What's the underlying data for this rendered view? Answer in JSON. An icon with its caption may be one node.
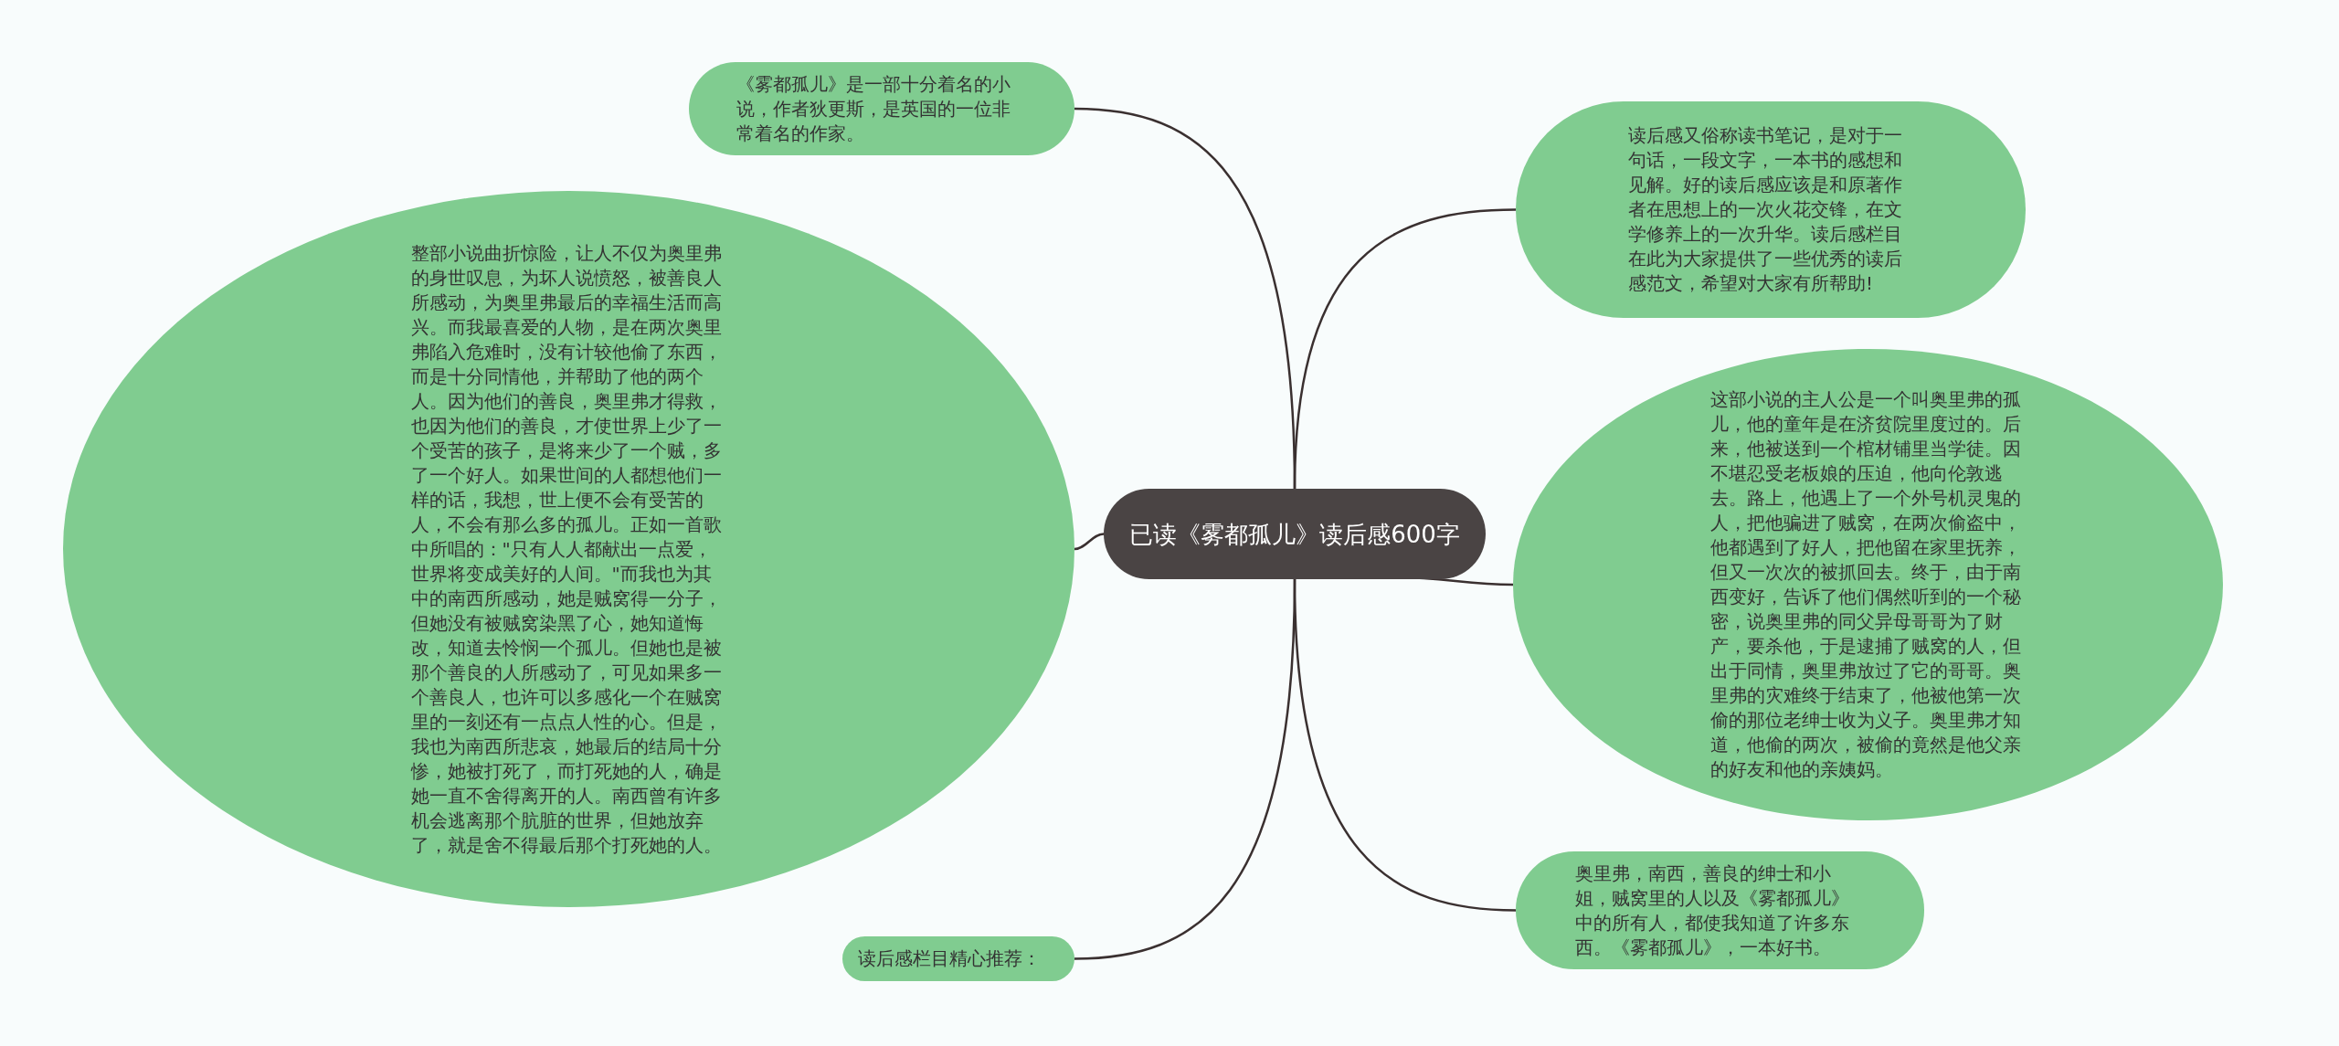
{
  "diagram": {
    "nodes": [
      {
        "text": [
          "已读《雾都孤儿》读后感600字"
        ]
      },
      {
        "text": [
          "《雾都孤儿》是一部十分着名的小说，作者狄更斯，是英国的一位非常着名的作家。"
        ]
      },
      {
        "text": [
          "整部小说曲折惊险，让人不仅为奥里弗的身世叹息，为坏人说愤怒，被善良人所感动，为奥里弗最后的幸福生活而高兴。而我最喜爱的人物，是在两次奥里弗陷入危难时，没有计较他偷了东西，而是十分同情他，并帮助了他的两个人。因为他们的善良，奥里弗才得救，也因为他们的善良，才使世界上少了一个受苦的孩子，是将来少了一个贼，多了一个好人。如果世间的人都想他们一样的话，我想，世上便不会有受苦的人，不会有那么多的孤儿。正如一首歌中所唱的：\"只有人人都献出一点爱，世界将变成美好的人间。\"而我也为其中的南西所感动，她是贼窝得一分子，但她没有被贼窝染黑了心，她知道悔改，知道去怜悯一个孤儿。但她也是被那个善良的人所感动了，可见如果多一个善良人，也许可以多感化一个在贼窝里的一刻还有一点点人性的心。但是，我也为南西所悲哀，她最后的结局十分惨，她被打死了，而打死她的人，确是她一直不舍得离开的人。南西曾有许多机会逃离那个肮脏的世界，但她放弃了，就是舍不得最后那个打死她的人。"
        ]
      },
      {
        "text": [
          "读后感栏目精心推荐："
        ]
      },
      {
        "text": [
          "读后感又俗称读书笔记，是对于一句话，一段文字，一本书的感想和见解。好的读后感应该是和原著作者在思想上的一次火花交锋，在文学修养上的一次升华。读后感栏目在此为大家提供了一些优秀的读后感范文，希望对大家有所帮助!"
        ]
      },
      {
        "text": [
          "这部小说的主人公是一个叫奥里弗的孤儿，他的童年是在济贫院里度过的。后来，他被送到一个棺材铺里当学徒。因不堪忍受老板娘的压迫，他向伦敦逃去。路上，他遇上了一个外号机灵鬼的人，把他骗进了贼窝，在两次偷盗中，他都遇到了好人，把他留在家里抚养，但又一次次的被抓回去。终于，由于南西变好，告诉了他们偶然听到的一个秘密，说奥里弗的同父异母哥哥为了财产，要杀他，于是逮捕了贼窝的人，但出于同情，奥里弗放过了它的哥哥。奥里弗的灾难终于结束了，他被他第一次偷的那位老绅士收为义子。奥里弗才知道，他偷的两次，被偷的竟然是他父亲的好友和他的亲姨妈。"
        ]
      },
      {
        "text": [
          "奥里弗，南西，善良的绅士和小姐，贼窝里的人以及《雾都孤儿》中的所有人，都使我知道了许多东西。《雾都孤儿》，一本好书。"
        ]
      }
    ],
    "edges": [
      {
        "from": 0,
        "to": 1,
        "arrow": "none"
      },
      {
        "from": 0,
        "to": 2,
        "arrow": "none"
      },
      {
        "from": 0,
        "to": 3,
        "arrow": "none"
      },
      {
        "from": 0,
        "to": 4,
        "arrow": "none"
      },
      {
        "from": 0,
        "to": 5,
        "arrow": "none"
      },
      {
        "from": 0,
        "to": 6,
        "arrow": "none"
      }
    ]
  }
}
